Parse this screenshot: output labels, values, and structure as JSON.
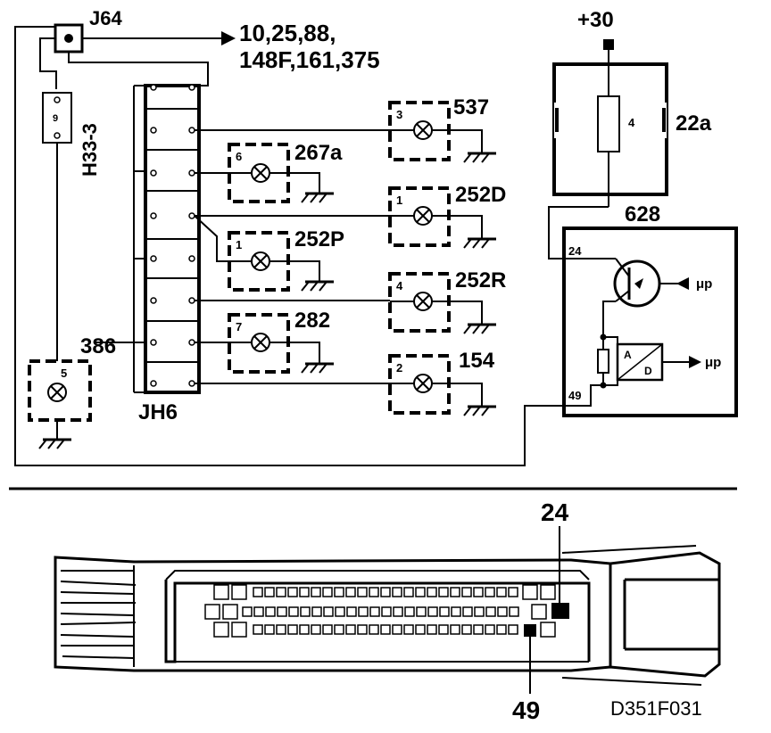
{
  "diagram": {
    "top_connector": "J64",
    "connector_refs_line1": "10,25,88,",
    "connector_refs_line2": "148F,161,375",
    "supply": "+30",
    "fuse_box": "22a",
    "fuse_number": "4",
    "ecu": "628",
    "ecu_pin_24": "24",
    "ecu_pin_49": "49",
    "ecu_output_1": "μp",
    "ecu_output_2": "μp",
    "ad_a": "A",
    "ad_d": "D",
    "junction": "JH6",
    "h_connector": "H33-3",
    "h_pin": "9",
    "lamp_386": {
      "label": "386",
      "pin": "5"
    },
    "lamp_537": {
      "label": "537",
      "pin": "3"
    },
    "lamp_267a": {
      "label": "267a",
      "pin": "6"
    },
    "lamp_252D": {
      "label": "252D",
      "pin": "1"
    },
    "lamp_252P": {
      "label": "252P",
      "pin": "1"
    },
    "lamp_252R": {
      "label": "252R",
      "pin": "4"
    },
    "lamp_282": {
      "label": "282",
      "pin": "7"
    },
    "lamp_154": {
      "label": "154",
      "pin": "2"
    }
  },
  "connector_view": {
    "pin_top": "24",
    "pin_bottom": "49"
  },
  "reference_code": "D351F031"
}
